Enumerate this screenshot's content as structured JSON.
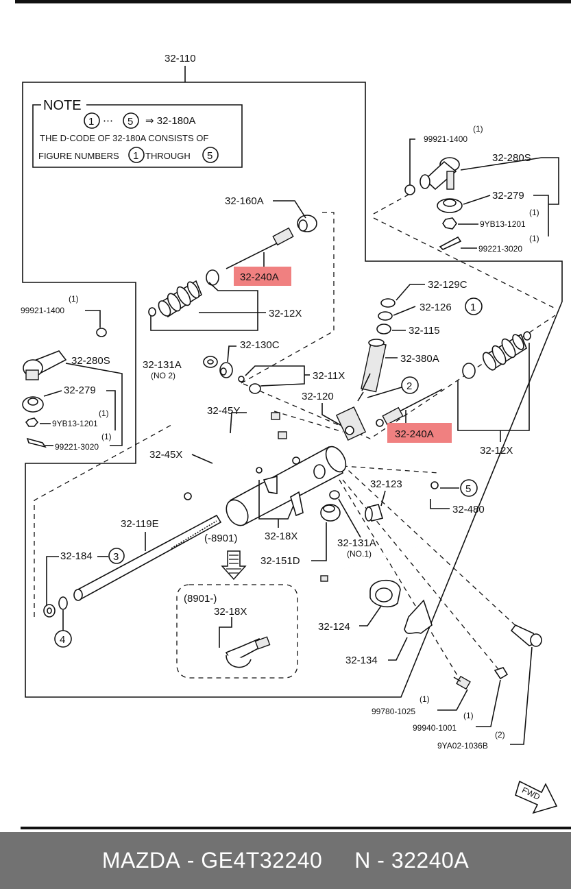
{
  "diagram": {
    "top_label": "32-110",
    "note": {
      "title": "NOTE",
      "line1_mid": "⋯",
      "line1_arrow": "⇒ 32-180A",
      "line2": "THE D-CODE OF 32-180A CONSISTS OF",
      "line3_a": "FIGURE NUMBERS",
      "line3_b": "THROUGH",
      "circle_first": "1",
      "circle_last": "5"
    },
    "labels": {
      "l_32_160A": "32-160A",
      "l_32_240A_upper": "32-240A",
      "l_32_240A_lower": "32-240A",
      "l_32_12X_upper": "32-12X",
      "l_32_12X_lower": "32-12X",
      "l_99921_1400_r": "99921-1400",
      "q_99921_1400_r": "(1)",
      "l_32_280S_r": "32-280S",
      "l_32_279_r": "32-279",
      "l_9YB13_1201_r": "9YB13-1201",
      "q_9YB13_1201_r": "(1)",
      "l_99221_3020_r": "99221-3020",
      "q_99221_3020_r": "(1)",
      "l_32_129C": "32-129C",
      "l_32_126": "32-126",
      "c_32_126": "1",
      "l_32_115": "32-115",
      "l_32_380A": "32-380A",
      "c_2": "2",
      "l_32_130C": "32-130C",
      "l_32_131A_no2": "32-131A",
      "q_32_131A_no2": "(NO 2)",
      "l_32_11X": "32-11X",
      "l_32_120": "32-120",
      "l_99921_1400_l": "99921-1400",
      "q_99921_1400_l": "(1)",
      "l_32_280S_l": "32-280S",
      "l_32_279_l": "32-279",
      "l_9YB13_1201_l": "9YB13-1201",
      "q_9YB13_1201_l": "(1)",
      "l_99221_3020_l": "99221-3020",
      "q_99221_3020_l": "(1)",
      "l_32_45Y": "32-45Y",
      "l_32_45X": "32-45X",
      "l_32_123": "32-123",
      "c_5": "5",
      "l_32_480": "32-480",
      "l_32_119E": "32-119E",
      "l_8901_minus": "(-8901)",
      "l_32_18X_a": "32-18X",
      "l_32_131A_no1": "32-131A",
      "q_32_131A_no1": "(NO.1)",
      "l_32_151D": "32-151D",
      "l_32_184": "32-184",
      "c_3": "3",
      "c_4": "4",
      "l_8901_plus": "(8901-)",
      "l_32_18X_b": "32-18X",
      "l_32_124": "32-124",
      "l_32_134": "32-134",
      "l_99780_1025": "99780-1025",
      "q_99780_1025": "(1)",
      "l_99940_1001": "99940-1001",
      "q_99940_1001": "(1)",
      "l_9YA02_1036B": "9YA02-1036B",
      "q_9YA02_1036B": "(2)",
      "fwd": "FWD"
    },
    "highlight_color": "#f08080"
  },
  "footer": {
    "brand": "MAZDA",
    "sep": " - ",
    "part_number": "GE4T32240",
    "gap": "     ",
    "n_prefix": "N - ",
    "n_code": "32240A"
  }
}
